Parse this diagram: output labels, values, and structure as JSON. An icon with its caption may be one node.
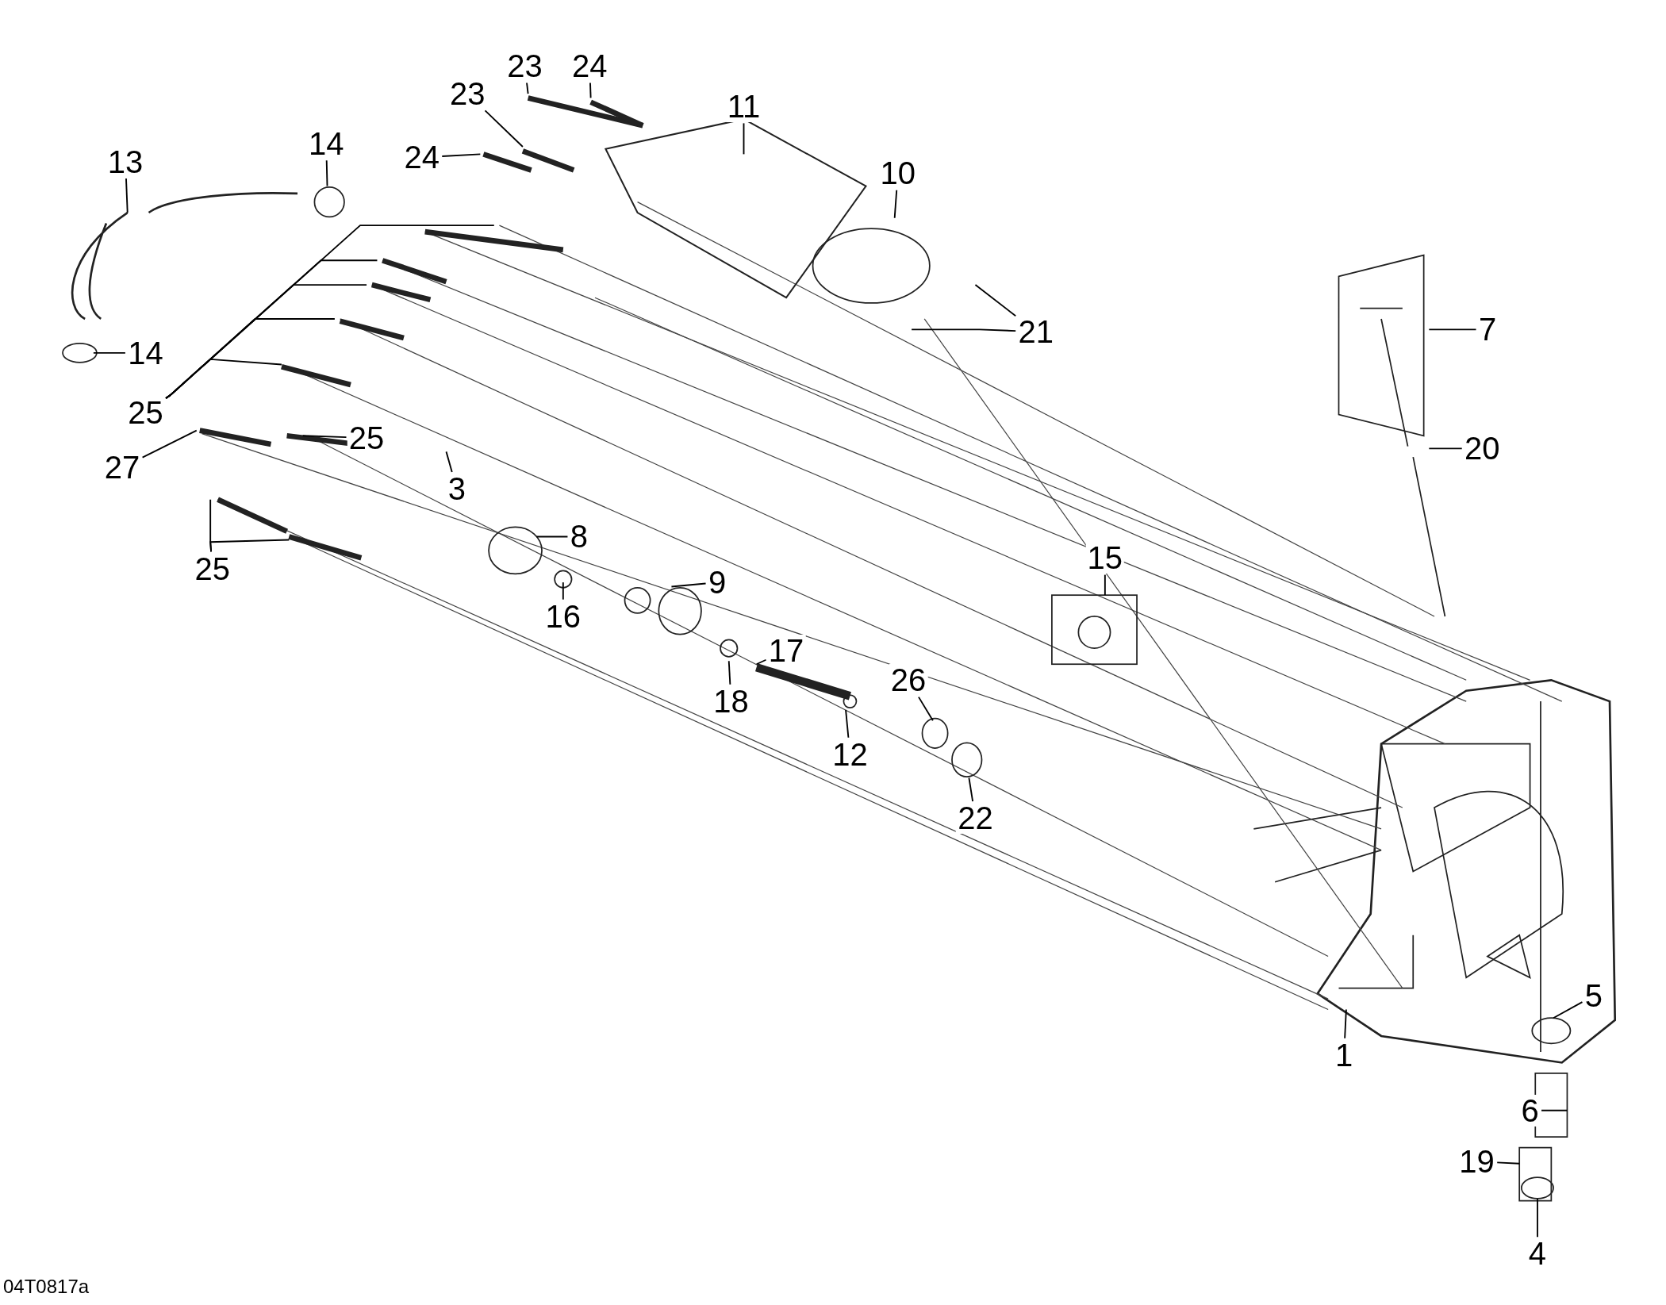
{
  "diagram": {
    "nodes": [
      {
        "text": [
          "23"
        ]
      },
      {
        "text": [
          "24"
        ]
      },
      {
        "text": [
          "23"
        ]
      },
      {
        "text": [
          "24"
        ]
      },
      {
        "text": [
          "11"
        ]
      },
      {
        "text": [
          "13"
        ]
      },
      {
        "text": [
          "14"
        ]
      },
      {
        "text": [
          "10"
        ]
      },
      {
        "text": [
          "21"
        ]
      },
      {
        "text": [
          "14"
        ]
      },
      {
        "text": [
          "7"
        ]
      },
      {
        "text": [
          "25"
        ]
      },
      {
        "text": [
          "27"
        ]
      },
      {
        "text": [
          "25"
        ]
      },
      {
        "text": [
          "3"
        ]
      },
      {
        "text": [
          "20"
        ]
      },
      {
        "text": [
          "8"
        ]
      },
      {
        "text": [
          "25"
        ]
      },
      {
        "text": [
          "16"
        ]
      },
      {
        "text": [
          "9"
        ]
      },
      {
        "text": [
          "15"
        ]
      },
      {
        "text": [
          "17"
        ]
      },
      {
        "text": [
          "18"
        ]
      },
      {
        "text": [
          "26"
        ]
      },
      {
        "text": [
          "12"
        ]
      },
      {
        "text": [
          "22"
        ]
      },
      {
        "text": [
          "1"
        ]
      },
      {
        "text": [
          "5"
        ]
      },
      {
        "text": [
          "6"
        ]
      },
      {
        "text": [
          "19"
        ]
      },
      {
        "text": [
          "4"
        ]
      }
    ],
    "edges": [
      {
        "from": 0,
        "to": null,
        "arrow": "none"
      },
      {
        "from": 1,
        "to": null,
        "arrow": "none"
      },
      {
        "from": 2,
        "to": null,
        "arrow": "none"
      },
      {
        "from": 3,
        "to": null,
        "arrow": "none"
      },
      {
        "from": 4,
        "to": null,
        "arrow": "none"
      },
      {
        "from": 5,
        "to": null,
        "arrow": "none"
      },
      {
        "from": 6,
        "to": null,
        "arrow": "none"
      },
      {
        "from": 7,
        "to": null,
        "arrow": "none"
      },
      {
        "from": 8,
        "to": null,
        "arrow": "none"
      },
      {
        "from": 8,
        "to": null,
        "arrow": "none"
      },
      {
        "from": 9,
        "to": null,
        "arrow": "none"
      },
      {
        "from": 10,
        "to": null,
        "arrow": "none"
      },
      {
        "from": 11,
        "to": null,
        "arrow": "none"
      },
      {
        "from": 11,
        "to": null,
        "arrow": "none"
      },
      {
        "from": 11,
        "to": null,
        "arrow": "none"
      },
      {
        "from": 11,
        "to": null,
        "arrow": "none"
      },
      {
        "from": 11,
        "to": null,
        "arrow": "none"
      },
      {
        "from": 12,
        "to": null,
        "arrow": "none"
      },
      {
        "from": 13,
        "to": null,
        "arrow": "none"
      },
      {
        "from": 14,
        "to": null,
        "arrow": "none"
      },
      {
        "from": 15,
        "to": null,
        "arrow": "none"
      },
      {
        "from": 16,
        "to": null,
        "arrow": "none"
      },
      {
        "from": 17,
        "to": null,
        "arrow": "none"
      },
      {
        "from": 17,
        "to": null,
        "arrow": "none"
      },
      {
        "from": 18,
        "to": null,
        "arrow": "none"
      },
      {
        "from": 19,
        "to": null,
        "arrow": "none"
      },
      {
        "from": 20,
        "to": null,
        "arrow": "none"
      },
      {
        "from": 21,
        "to": null,
        "arrow": "none"
      },
      {
        "from": 22,
        "to": null,
        "arrow": "none"
      },
      {
        "from": 23,
        "to": null,
        "arrow": "none"
      },
      {
        "from": 24,
        "to": null,
        "arrow": "none"
      },
      {
        "from": 25,
        "to": null,
        "arrow": "none"
      },
      {
        "from": 26,
        "to": null,
        "arrow": "none"
      },
      {
        "from": 27,
        "to": null,
        "arrow": "none"
      },
      {
        "from": 28,
        "to": null,
        "arrow": "none"
      },
      {
        "from": 29,
        "to": null,
        "arrow": "none"
      },
      {
        "from": 30,
        "to": null,
        "arrow": "none"
      }
    ],
    "labels": [
      "04T0817a"
    ]
  }
}
